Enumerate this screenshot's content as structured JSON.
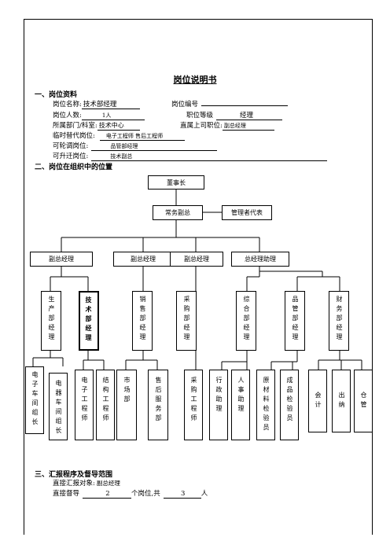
{
  "title": "岗位说明书",
  "sections": {
    "s1": "一、岗位资料",
    "s2": "二、岗位在组织中的位置",
    "s3": "三、汇报程序及督导范围"
  },
  "fields": {
    "name_label": "岗位名称:",
    "name_value": "技术部经理",
    "code_label": "岗位编号",
    "code_value": "",
    "count_label": "岗位人数:",
    "count_value": "1人",
    "grade_label": "职位等级",
    "grade_value": "经理",
    "dept_label": "所属部门/科室:",
    "dept_value": "技术中心",
    "superior_label": "直属上司职位:",
    "superior_value": "副总经理",
    "temp_label": "临时替代岗位:",
    "temp_value": "电子工程师  售后工程师",
    "rotate_label": "可轮调岗位:",
    "rotate_value": "品管部经理",
    "promote_label": "可升迁岗位:",
    "promote_value": "技术副总"
  },
  "org": {
    "chairman": "董事长",
    "exec_vp": "常务副总",
    "mgmt_rep": "管理者代表",
    "level2": [
      "副总经理",
      "副总经理",
      "副总经理",
      "总经理助理"
    ],
    "level3": [
      "生产部经理",
      "技术部经理",
      "销售部经理",
      "采购部经理",
      "综合部经理",
      "品管部经理",
      "财务部经理"
    ],
    "level4": [
      "电子车间组长",
      "电器车间组长",
      "电子工程师",
      "结构工程师",
      "市场部",
      "售后服务部",
      "采购工程师",
      "行政助理",
      "人事助理",
      "原材料检验员",
      "成品检验员",
      "会计",
      "出纳",
      "仓管"
    ]
  },
  "report": {
    "direct_report_label": "直接汇报对象:",
    "direct_report_value": "副总经理",
    "supervise_prefix": "直接督导",
    "supervise_positions": "2",
    "supervise_mid": "个岗位,共",
    "supervise_people": "3",
    "supervise_suffix": "人"
  }
}
